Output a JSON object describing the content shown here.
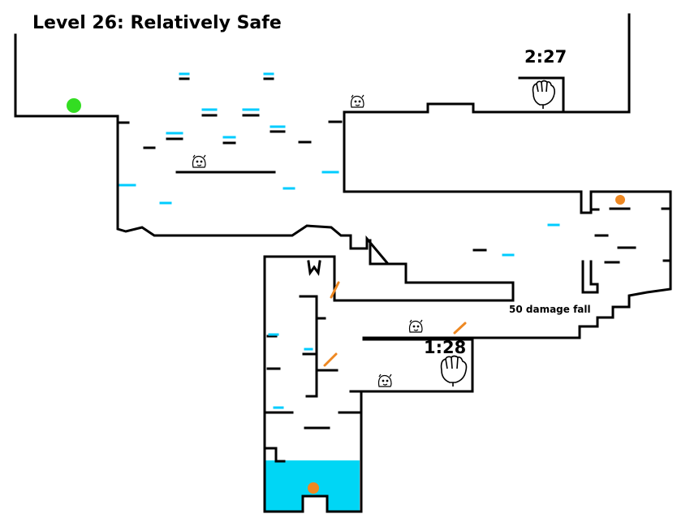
{
  "level": {
    "title": "Level 26: Relatively Safe"
  },
  "timers": {
    "upper_right": "2:27",
    "middle": "1:28"
  },
  "annotations": {
    "fall_damage": "50 damage fall"
  },
  "colors": {
    "wall": "#000000",
    "platform": "#00ccff",
    "water": "#00d6f5",
    "start_marker": "#33dd22",
    "orb": "#ee8822",
    "spring": "#ee8822"
  },
  "icons": {
    "start": "green-dot-icon",
    "orb": "orange-orb-icon",
    "enemy": "blob-creature-icon",
    "bonus": "glove-hand-icon",
    "spring": "orange-dash-icon"
  }
}
